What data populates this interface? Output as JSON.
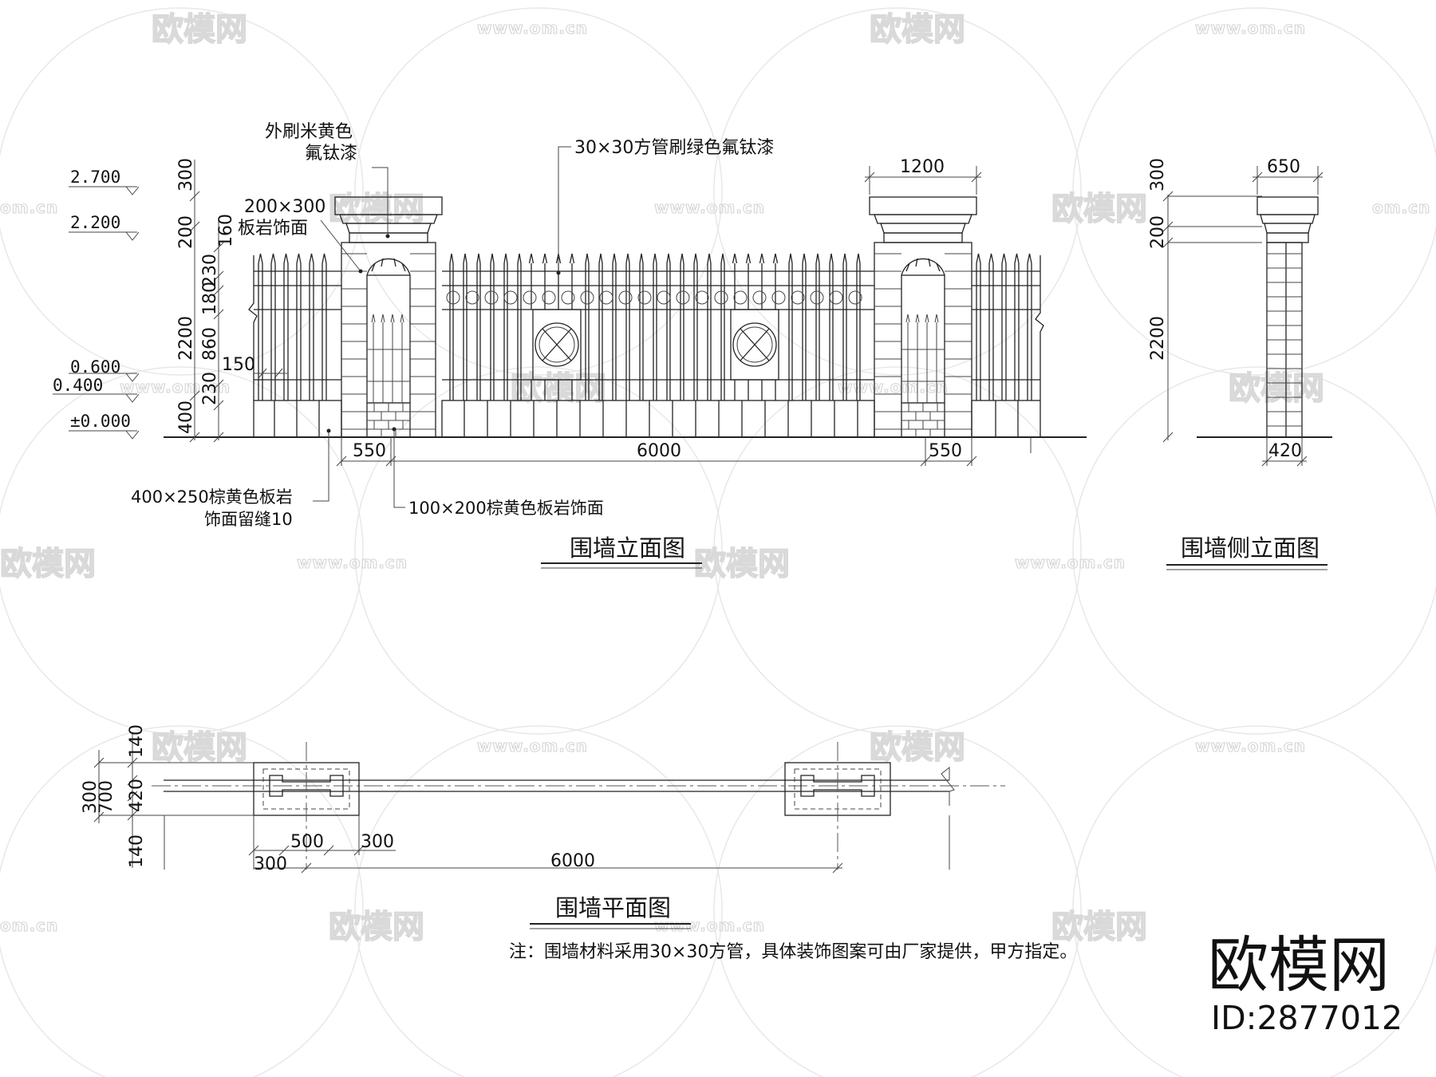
{
  "watermarks": {
    "logo": "欧模网",
    "url": "www.om.cn",
    "url_partial": "om.cn",
    "logo_partial": "欧模网"
  },
  "elevation": {
    "title": "围墙立面图",
    "levels": [
      "2.700",
      "2.200",
      "0.600",
      "0.400",
      "±0.000"
    ],
    "left_dims_outer": [
      "300",
      "200",
      "2200",
      "400"
    ],
    "left_dims_inner": [
      "160",
      "230",
      "180",
      "860",
      "230",
      "150"
    ],
    "bottom_dims": [
      "550",
      "6000",
      "550"
    ],
    "top_dim": "1200",
    "callouts": {
      "cap_paint_line1": "外刷米黄色",
      "cap_paint_line2": "氟钛漆",
      "tube_paint": "30×30方管刷绿色氟钛漆",
      "pier_face_line1": "200×300",
      "pier_face_line2": "板岩饰面",
      "base_slate_line1": "400×250棕黄色板岩",
      "base_slate_line2": "饰面留缝10",
      "pier_slate": "100×200棕黄色板岩饰面"
    }
  },
  "side_elevation": {
    "title": "围墙侧立面图",
    "top_dim": "650",
    "bottom_dim": "420",
    "left_dims": [
      "300",
      "200",
      "2200"
    ]
  },
  "plan": {
    "title": "围墙平面图",
    "left_dims_outer": [
      "300",
      "700"
    ],
    "left_dims_inner": [
      "140",
      "420",
      "140"
    ],
    "bottom_dims_row1": [
      "500",
      "300"
    ],
    "bottom_dims_row2": [
      "300",
      "6000"
    ]
  },
  "note": "注：围墙材料采用30×30方管，具体装饰图案可由厂家提供，甲方指定。",
  "brand": {
    "name": "欧模网",
    "id": "ID:2877012"
  }
}
